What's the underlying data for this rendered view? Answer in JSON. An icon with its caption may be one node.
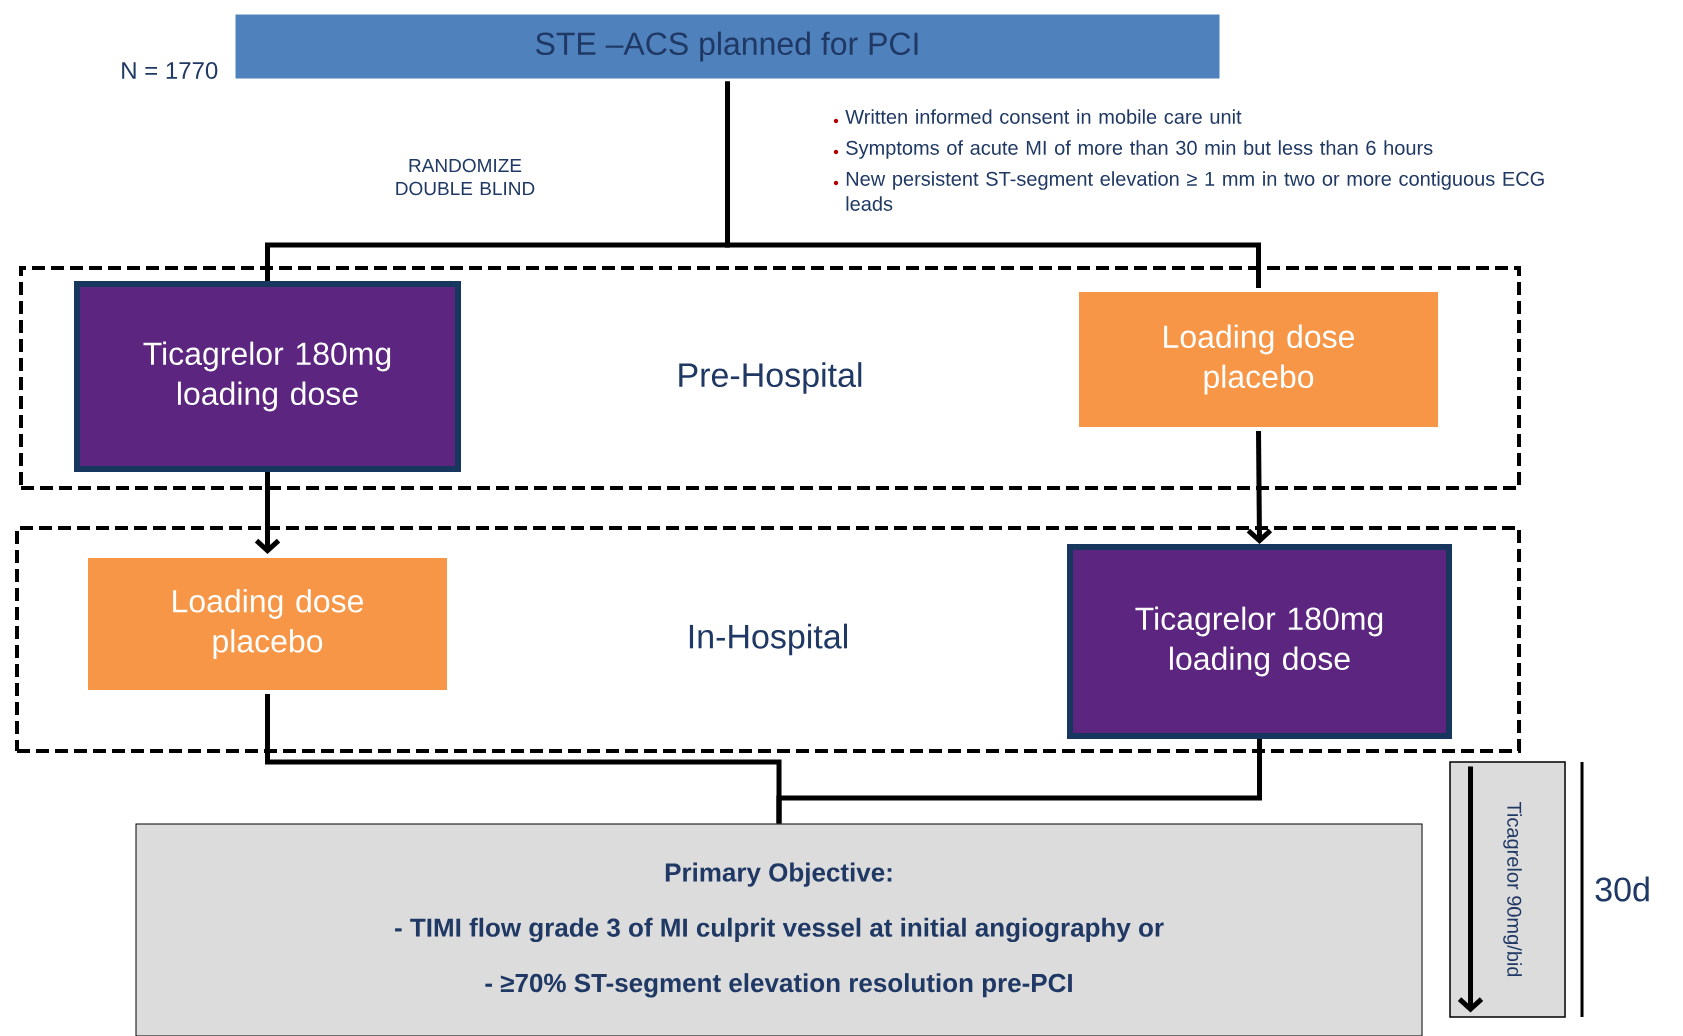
{
  "diagram": {
    "nodes": [
      {
        "text": [
          "STE –ACS planned for PCI"
        ],
        "beside": [
          "N = 1770"
        ]
      },
      {
        "text": [
          "Pre-Hospital"
        ]
      },
      {
        "text": [
          "Ticagrelor 180mg loading dose"
        ],
        "in": 1
      },
      {
        "text": [
          "Loading dose placebo"
        ],
        "in": 1
      },
      {
        "text": [
          "In-Hospital"
        ]
      },
      {
        "text": [
          "Loading dose placebo"
        ],
        "in": 4
      },
      {
        "text": [
          "Ticagrelor 180mg loading dose"
        ],
        "in": 4
      },
      {
        "text": [
          "Primary Objective:",
          "- TIMI flow grade 3 of MI culprit vessel at initial angiography or",
          "- ≥70% ST-segment elevation resolution pre-PCI"
        ]
      },
      {
        "text": [
          "Ticagrelor 90mg/bid"
        ],
        "beside": [
          "30d"
        ]
      }
    ],
    "edges": [
      {
        "from": 0,
        "to": 2,
        "arrow": "none"
      },
      {
        "from": 0,
        "to": 3,
        "arrow": "none"
      },
      {
        "from": 2,
        "to": 5,
        "arrow": "to"
      },
      {
        "from": 3,
        "to": 6,
        "arrow": "to"
      },
      {
        "from": 5,
        "to": 7,
        "arrow": "none"
      },
      {
        "from": 6,
        "to": 7,
        "arrow": "none"
      }
    ],
    "labels": [
      "RANDOMIZE DOUBLE BLIND",
      "Written informed consent in mobile care unit",
      "Symptoms of acute MI of more than 30 min but less than 6 hours",
      "New persistent ST-segment elevation ≥ 1 mm in two or more contiguous ECG leads"
    ]
  }
}
